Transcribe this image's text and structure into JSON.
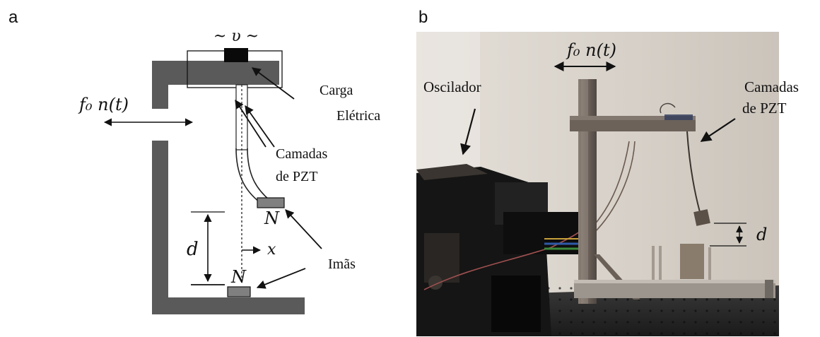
{
  "panel_a": {
    "letter": "a",
    "voltage_label": "~ υ ~",
    "force_label": "f₀ n(t)",
    "label_carga": [
      "Carga",
      "Elétrica"
    ],
    "label_camadas": [
      "Camadas",
      "de PZT"
    ],
    "label_imas": "Imãs",
    "pole_top": "N",
    "pole_bottom": "N",
    "distance_label": "d",
    "axis_label": "x"
  },
  "panel_b": {
    "letter": "b",
    "force_label": "f₀ n(t)",
    "label_oscilador": "Oscilador",
    "label_camadas": [
      "Camadas",
      "de PZT"
    ],
    "distance_label": "d"
  },
  "colors": {
    "frame_gray": "#5a5a5a",
    "magnet_gray": "#808080",
    "photo_bg": "#d8d2ca",
    "dark_machine": "#151515"
  }
}
